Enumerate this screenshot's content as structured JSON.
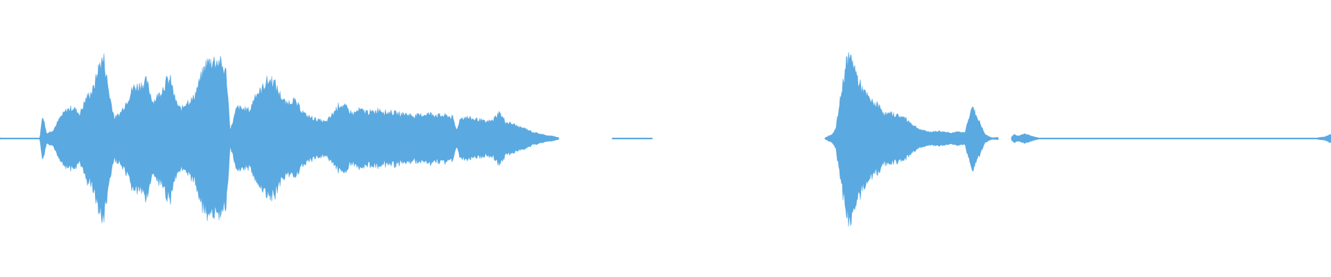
{
  "waveform": {
    "color": "#5aa9e1",
    "background": "#ffffff",
    "duration_fraction_segments": [
      {
        "name": "segment-1",
        "start": 0.0,
        "end": 0.42
      },
      {
        "name": "segment-2",
        "start": 0.46,
        "end": 0.49
      },
      {
        "name": "segment-3",
        "start": 0.62,
        "end": 0.75
      },
      {
        "name": "segment-4",
        "start": 0.76,
        "end": 1.0
      }
    ],
    "envelope": [
      [
        0.0,
        0.01
      ],
      [
        0.03,
        0.01
      ],
      [
        0.032,
        0.3
      ],
      [
        0.035,
        0.06
      ],
      [
        0.04,
        0.1
      ],
      [
        0.045,
        0.25
      ],
      [
        0.05,
        0.35
      ],
      [
        0.055,
        0.38
      ],
      [
        0.06,
        0.3
      ],
      [
        0.065,
        0.5
      ],
      [
        0.07,
        0.6
      ],
      [
        0.075,
        0.92
      ],
      [
        0.078,
        0.98
      ],
      [
        0.082,
        0.55
      ],
      [
        0.086,
        0.25
      ],
      [
        0.09,
        0.3
      ],
      [
        0.095,
        0.45
      ],
      [
        0.1,
        0.62
      ],
      [
        0.105,
        0.65
      ],
      [
        0.11,
        0.7
      ],
      [
        0.115,
        0.45
      ],
      [
        0.12,
        0.55
      ],
      [
        0.125,
        0.7
      ],
      [
        0.128,
        0.72
      ],
      [
        0.132,
        0.45
      ],
      [
        0.136,
        0.35
      ],
      [
        0.14,
        0.45
      ],
      [
        0.145,
        0.48
      ],
      [
        0.15,
        0.7
      ],
      [
        0.155,
        0.92
      ],
      [
        0.16,
        0.96
      ],
      [
        0.165,
        0.94
      ],
      [
        0.17,
        0.8
      ],
      [
        0.173,
        0.1
      ],
      [
        0.178,
        0.38
      ],
      [
        0.183,
        0.36
      ],
      [
        0.188,
        0.35
      ],
      [
        0.192,
        0.55
      ],
      [
        0.196,
        0.58
      ],
      [
        0.2,
        0.7
      ],
      [
        0.205,
        0.72
      ],
      [
        0.21,
        0.55
      ],
      [
        0.215,
        0.42
      ],
      [
        0.22,
        0.48
      ],
      [
        0.225,
        0.38
      ],
      [
        0.23,
        0.28
      ],
      [
        0.235,
        0.25
      ],
      [
        0.24,
        0.22
      ],
      [
        0.245,
        0.2
      ],
      [
        0.25,
        0.3
      ],
      [
        0.255,
        0.42
      ],
      [
        0.26,
        0.38
      ],
      [
        0.265,
        0.3
      ],
      [
        0.27,
        0.35
      ],
      [
        0.275,
        0.33
      ],
      [
        0.28,
        0.32
      ],
      [
        0.285,
        0.36
      ],
      [
        0.29,
        0.32
      ],
      [
        0.295,
        0.32
      ],
      [
        0.3,
        0.3
      ],
      [
        0.305,
        0.3
      ],
      [
        0.31,
        0.28
      ],
      [
        0.315,
        0.28
      ],
      [
        0.32,
        0.3
      ],
      [
        0.325,
        0.3
      ],
      [
        0.33,
        0.28
      ],
      [
        0.335,
        0.28
      ],
      [
        0.34,
        0.26
      ],
      [
        0.343,
        0.1
      ],
      [
        0.346,
        0.25
      ],
      [
        0.35,
        0.26
      ],
      [
        0.355,
        0.24
      ],
      [
        0.36,
        0.23
      ],
      [
        0.365,
        0.2
      ],
      [
        0.37,
        0.22
      ],
      [
        0.375,
        0.32
      ],
      [
        0.38,
        0.2
      ],
      [
        0.385,
        0.18
      ],
      [
        0.39,
        0.14
      ],
      [
        0.395,
        0.12
      ],
      [
        0.4,
        0.08
      ],
      [
        0.405,
        0.06
      ],
      [
        0.41,
        0.04
      ],
      [
        0.415,
        0.03
      ],
      [
        0.42,
        0.01
      ],
      [
        0.46,
        0.005
      ],
      [
        0.49,
        0.005
      ],
      [
        0.62,
        0.01
      ],
      [
        0.625,
        0.05
      ],
      [
        0.628,
        0.12
      ],
      [
        0.632,
        0.55
      ],
      [
        0.636,
        0.95
      ],
      [
        0.64,
        0.98
      ],
      [
        0.645,
        0.7
      ],
      [
        0.65,
        0.55
      ],
      [
        0.655,
        0.45
      ],
      [
        0.66,
        0.4
      ],
      [
        0.665,
        0.3
      ],
      [
        0.67,
        0.3
      ],
      [
        0.675,
        0.28
      ],
      [
        0.68,
        0.25
      ],
      [
        0.685,
        0.18
      ],
      [
        0.69,
        0.12
      ],
      [
        0.695,
        0.09
      ],
      [
        0.7,
        0.08
      ],
      [
        0.705,
        0.09
      ],
      [
        0.71,
        0.08
      ],
      [
        0.715,
        0.07
      ],
      [
        0.72,
        0.08
      ],
      [
        0.725,
        0.07
      ],
      [
        0.73,
        0.4
      ],
      [
        0.733,
        0.3
      ],
      [
        0.736,
        0.2
      ],
      [
        0.74,
        0.05
      ],
      [
        0.745,
        0.01
      ],
      [
        0.76,
        0.02
      ],
      [
        0.762,
        0.05
      ],
      [
        0.765,
        0.03
      ],
      [
        0.77,
        0.06
      ],
      [
        0.775,
        0.03
      ],
      [
        0.78,
        0.01
      ],
      [
        0.8,
        0.01
      ],
      [
        0.85,
        0.01
      ],
      [
        0.9,
        0.01
      ],
      [
        0.95,
        0.01
      ],
      [
        0.99,
        0.01
      ],
      [
        0.995,
        0.02
      ],
      [
        1.0,
        0.05
      ]
    ]
  }
}
